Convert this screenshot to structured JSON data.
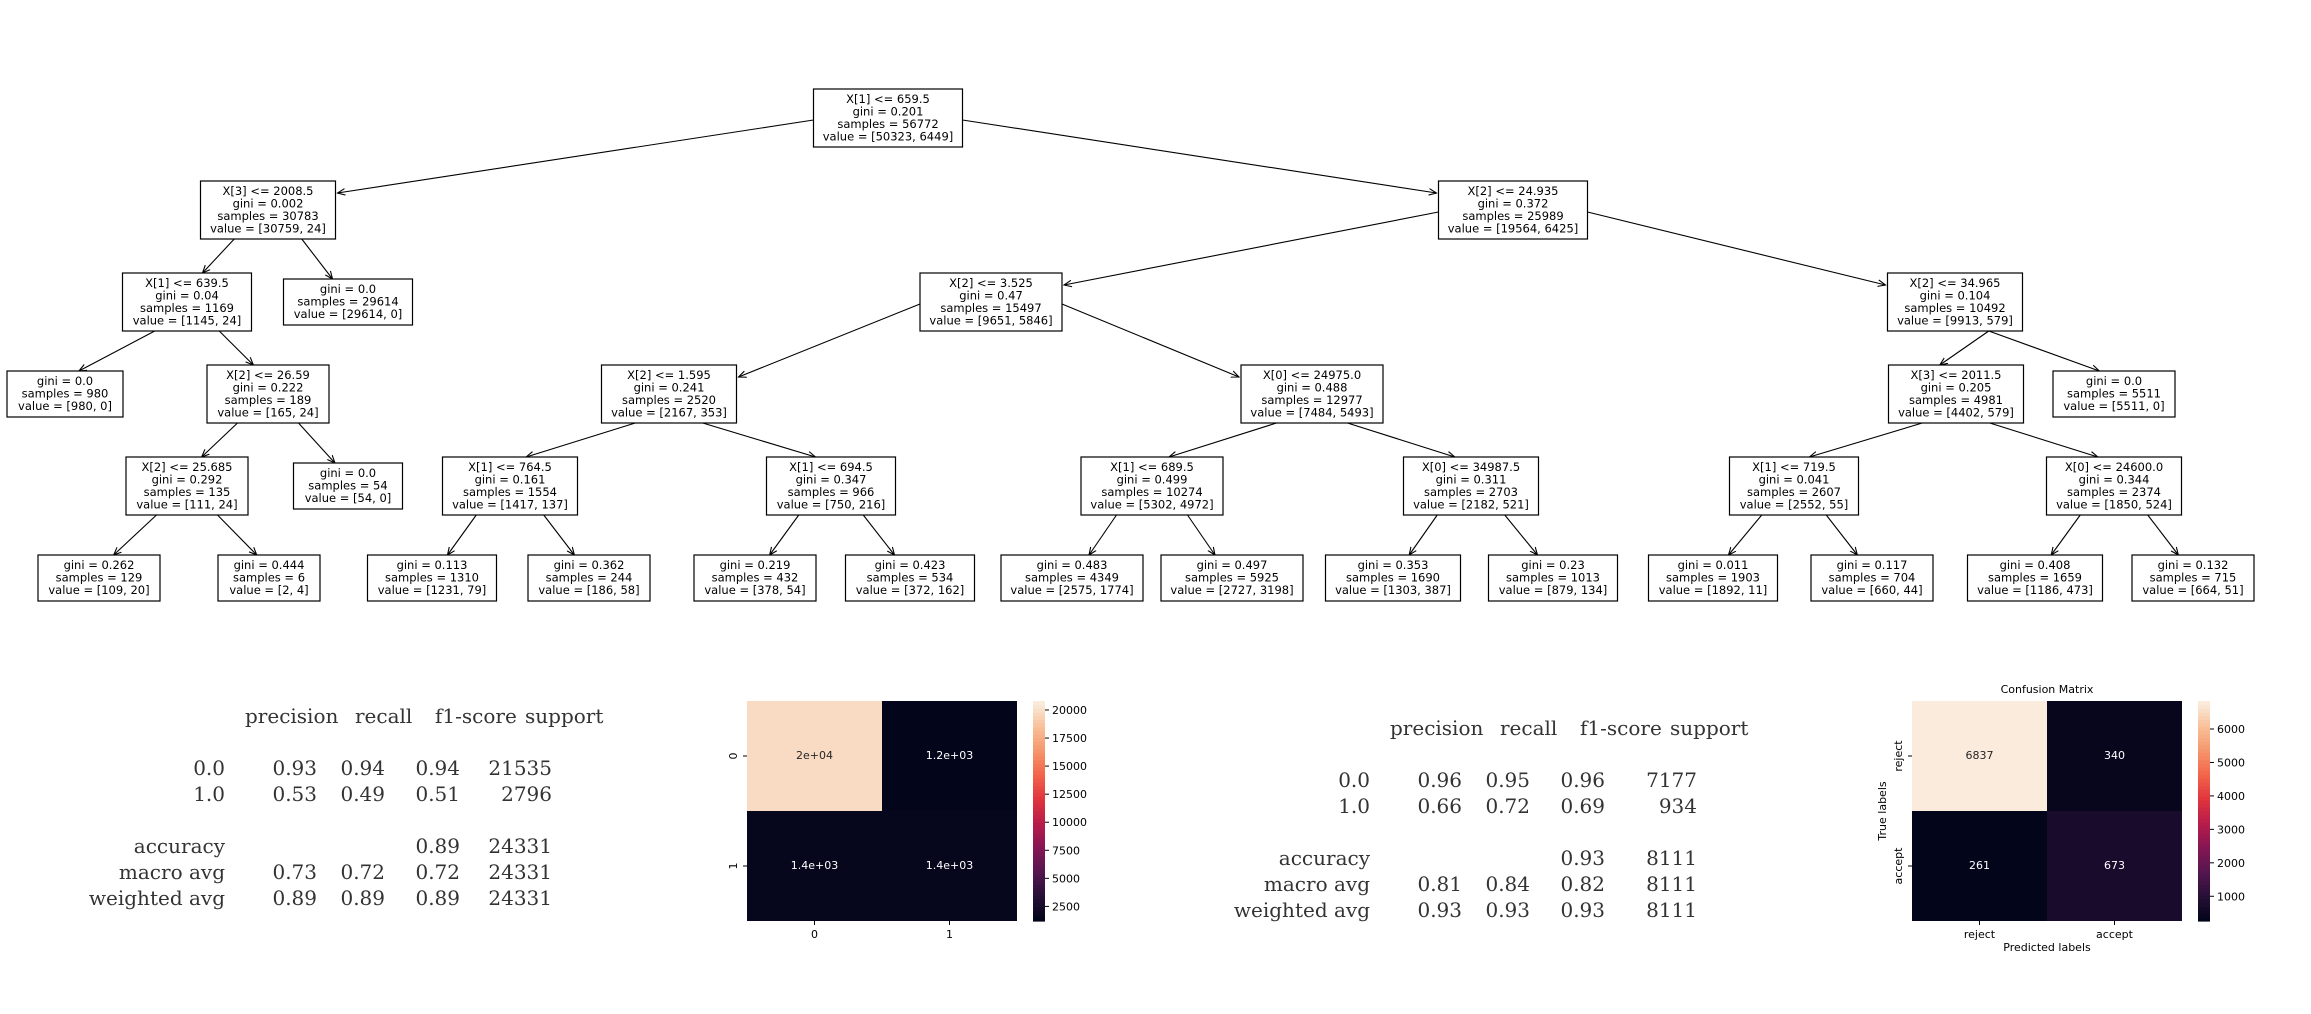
{
  "tree": {
    "nodes": [
      {
        "id": "n0",
        "lines": [
          "X[1] <= 659.5",
          "gini = 0.201",
          "samples = 56772",
          "value = [50323, 6449]"
        ]
      },
      {
        "id": "n1",
        "lines": [
          "X[3] <= 2008.5",
          "gini = 0.002",
          "samples = 30783",
          "value = [30759, 24]"
        ]
      },
      {
        "id": "n2",
        "lines": [
          "X[1] <= 639.5",
          "gini = 0.04",
          "samples = 1169",
          "value = [1145, 24]"
        ]
      },
      {
        "id": "n3",
        "lines": [
          "gini = 0.0",
          "samples = 980",
          "value = [980, 0]"
        ]
      },
      {
        "id": "n4",
        "lines": [
          "X[2] <= 26.59",
          "gini = 0.222",
          "samples = 189",
          "value = [165, 24]"
        ]
      },
      {
        "id": "n5",
        "lines": [
          "X[2] <= 25.685",
          "gini = 0.292",
          "samples = 135",
          "value = [111, 24]"
        ]
      },
      {
        "id": "n6",
        "lines": [
          "gini = 0.262",
          "samples = 129",
          "value = [109, 20]"
        ]
      },
      {
        "id": "n7",
        "lines": [
          "gini = 0.444",
          "samples = 6",
          "value = [2, 4]"
        ]
      },
      {
        "id": "n8",
        "lines": [
          "gini = 0.0",
          "samples = 54",
          "value = [54, 0]"
        ]
      },
      {
        "id": "n9",
        "lines": [
          "gini = 0.0",
          "samples = 29614",
          "value = [29614, 0]"
        ]
      },
      {
        "id": "n10",
        "lines": [
          "X[2] <= 24.935",
          "gini = 0.372",
          "samples = 25989",
          "value = [19564, 6425]"
        ]
      },
      {
        "id": "n11",
        "lines": [
          "X[2] <= 3.525",
          "gini = 0.47",
          "samples = 15497",
          "value = [9651, 5846]"
        ]
      },
      {
        "id": "n12",
        "lines": [
          "X[2] <= 1.595",
          "gini = 0.241",
          "samples = 2520",
          "value = [2167, 353]"
        ]
      },
      {
        "id": "n13",
        "lines": [
          "X[1] <= 764.5",
          "gini = 0.161",
          "samples = 1554",
          "value = [1417, 137]"
        ]
      },
      {
        "id": "n14",
        "lines": [
          "gini = 0.113",
          "samples = 1310",
          "value = [1231, 79]"
        ]
      },
      {
        "id": "n15",
        "lines": [
          "gini = 0.362",
          "samples = 244",
          "value = [186, 58]"
        ]
      },
      {
        "id": "n16",
        "lines": [
          "X[1] <= 694.5",
          "gini = 0.347",
          "samples = 966",
          "value = [750, 216]"
        ]
      },
      {
        "id": "n17",
        "lines": [
          "gini = 0.219",
          "samples = 432",
          "value = [378, 54]"
        ]
      },
      {
        "id": "n18",
        "lines": [
          "gini = 0.423",
          "samples = 534",
          "value = [372, 162]"
        ]
      },
      {
        "id": "n19",
        "lines": [
          "X[0] <= 24975.0",
          "gini = 0.488",
          "samples = 12977",
          "value = [7484, 5493]"
        ]
      },
      {
        "id": "n20",
        "lines": [
          "X[1] <= 689.5",
          "gini = 0.499",
          "samples = 10274",
          "value = [5302, 4972]"
        ]
      },
      {
        "id": "n21",
        "lines": [
          "gini = 0.483",
          "samples = 4349",
          "value = [2575, 1774]"
        ]
      },
      {
        "id": "n22",
        "lines": [
          "gini = 0.497",
          "samples = 5925",
          "value = [2727, 3198]"
        ]
      },
      {
        "id": "n23",
        "lines": [
          "X[0] <= 34987.5",
          "gini = 0.311",
          "samples = 2703",
          "value = [2182, 521]"
        ]
      },
      {
        "id": "n24",
        "lines": [
          "gini = 0.353",
          "samples = 1690",
          "value = [1303, 387]"
        ]
      },
      {
        "id": "n25",
        "lines": [
          "gini = 0.23",
          "samples = 1013",
          "value = [879, 134]"
        ]
      },
      {
        "id": "n26",
        "lines": [
          "X[2] <= 34.965",
          "gini = 0.104",
          "samples = 10492",
          "value = [9913, 579]"
        ]
      },
      {
        "id": "n27",
        "lines": [
          "X[3] <= 2011.5",
          "gini = 0.205",
          "samples = 4981",
          "value = [4402, 579]"
        ]
      },
      {
        "id": "n28",
        "lines": [
          "X[1] <= 719.5",
          "gini = 0.041",
          "samples = 2607",
          "value = [2552, 55]"
        ]
      },
      {
        "id": "n29",
        "lines": [
          "gini = 0.011",
          "samples = 1903",
          "value = [1892, 11]"
        ]
      },
      {
        "id": "n30",
        "lines": [
          "gini = 0.117",
          "samples = 704",
          "value = [660, 44]"
        ]
      },
      {
        "id": "n31",
        "lines": [
          "X[0] <= 24600.0",
          "gini = 0.344",
          "samples = 2374",
          "value = [1850, 524]"
        ]
      },
      {
        "id": "n32",
        "lines": [
          "gini = 0.408",
          "samples = 1659",
          "value = [1186, 473]"
        ]
      },
      {
        "id": "n33",
        "lines": [
          "gini = 0.132",
          "samples = 715",
          "value = [664, 51]"
        ]
      },
      {
        "id": "n34",
        "lines": [
          "gini = 0.0",
          "samples = 5511",
          "value = [5511, 0]"
        ]
      }
    ],
    "edges": [
      [
        "n0",
        "n1"
      ],
      [
        "n0",
        "n10"
      ],
      [
        "n1",
        "n2"
      ],
      [
        "n1",
        "n9"
      ],
      [
        "n2",
        "n3"
      ],
      [
        "n2",
        "n4"
      ],
      [
        "n4",
        "n5"
      ],
      [
        "n4",
        "n8"
      ],
      [
        "n5",
        "n6"
      ],
      [
        "n5",
        "n7"
      ],
      [
        "n10",
        "n11"
      ],
      [
        "n10",
        "n26"
      ],
      [
        "n11",
        "n12"
      ],
      [
        "n11",
        "n19"
      ],
      [
        "n12",
        "n13"
      ],
      [
        "n12",
        "n16"
      ],
      [
        "n13",
        "n14"
      ],
      [
        "n13",
        "n15"
      ],
      [
        "n16",
        "n17"
      ],
      [
        "n16",
        "n18"
      ],
      [
        "n19",
        "n20"
      ],
      [
        "n19",
        "n23"
      ],
      [
        "n20",
        "n21"
      ],
      [
        "n20",
        "n22"
      ],
      [
        "n23",
        "n24"
      ],
      [
        "n23",
        "n25"
      ],
      [
        "n26",
        "n27"
      ],
      [
        "n26",
        "n34"
      ],
      [
        "n27",
        "n28"
      ],
      [
        "n27",
        "n31"
      ],
      [
        "n28",
        "n29"
      ],
      [
        "n28",
        "n30"
      ],
      [
        "n31",
        "n32"
      ],
      [
        "n31",
        "n33"
      ]
    ]
  },
  "report_left": {
    "headers": [
      "precision",
      "recall",
      "f1-score",
      "support"
    ],
    "rows": [
      {
        "label": "0.0",
        "precision": "0.93",
        "recall": "0.94",
        "f1": "0.94",
        "support": "21535"
      },
      {
        "label": "1.0",
        "precision": "0.53",
        "recall": "0.49",
        "f1": "0.51",
        "support": "2796"
      },
      {
        "label": "accuracy",
        "precision": "",
        "recall": "",
        "f1": "0.89",
        "support": "24331"
      },
      {
        "label": "macro avg",
        "precision": "0.73",
        "recall": "0.72",
        "f1": "0.72",
        "support": "24331"
      },
      {
        "label": "weighted avg",
        "precision": "0.89",
        "recall": "0.89",
        "f1": "0.89",
        "support": "24331"
      }
    ]
  },
  "report_right": {
    "headers": [
      "precision",
      "recall",
      "f1-score",
      "support"
    ],
    "rows": [
      {
        "label": "0.0",
        "precision": "0.96",
        "recall": "0.95",
        "f1": "0.96",
        "support": "7177"
      },
      {
        "label": "1.0",
        "precision": "0.66",
        "recall": "0.72",
        "f1": "0.69",
        "support": "934"
      },
      {
        "label": "accuracy",
        "precision": "",
        "recall": "",
        "f1": "0.93",
        "support": "8111"
      },
      {
        "label": "macro avg",
        "precision": "0.81",
        "recall": "0.84",
        "f1": "0.82",
        "support": "8111"
      },
      {
        "label": "weighted avg",
        "precision": "0.93",
        "recall": "0.93",
        "f1": "0.93",
        "support": "8111"
      }
    ]
  },
  "chart_data": [
    {
      "type": "heatmap",
      "title": "",
      "xlabel": "",
      "ylabel": "",
      "x_ticks": [
        "0",
        "1"
      ],
      "y_ticks": [
        "0",
        "1"
      ],
      "values": [
        [
          20000,
          1200
        ],
        [
          1400,
          1400
        ]
      ],
      "annotations": [
        [
          "2e+04",
          "1.2e+03"
        ],
        [
          "1.4e+03",
          "1.4e+03"
        ]
      ],
      "colorbar": {
        "min": 1200,
        "max": 20800,
        "ticks": [
          "2500",
          "5000",
          "7500",
          "10000",
          "12500",
          "15000",
          "17500",
          "20000"
        ]
      },
      "colormap": "rocket"
    },
    {
      "type": "heatmap",
      "title": "Confusion Matrix",
      "xlabel": "Predicted labels",
      "ylabel": "True labels",
      "x_ticks": [
        "reject",
        "accept"
      ],
      "y_ticks": [
        "reject",
        "accept"
      ],
      "values": [
        [
          6837,
          340
        ],
        [
          261,
          673
        ]
      ],
      "annotations": [
        [
          "6837",
          "340"
        ],
        [
          "261",
          "673"
        ]
      ],
      "colorbar": {
        "min": 261,
        "max": 6837,
        "ticks": [
          "1000",
          "2000",
          "3000",
          "4000",
          "5000",
          "6000"
        ]
      },
      "colormap": "rocket"
    }
  ]
}
